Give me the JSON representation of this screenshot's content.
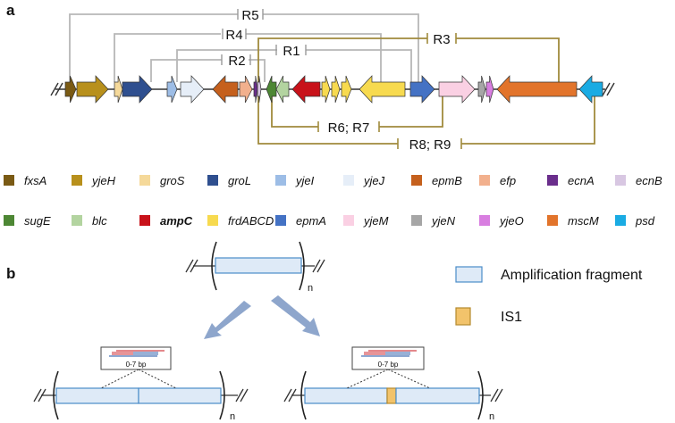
{
  "panels": {
    "a": "a",
    "b": "b"
  },
  "genes": [
    {
      "name": "fxsA",
      "color": "#7a5a14",
      "bold": false
    },
    {
      "name": "yjeH",
      "color": "#b8901c",
      "bold": false
    },
    {
      "name": "groS",
      "color": "#f5d99a",
      "bold": false
    },
    {
      "name": "groL",
      "color": "#2f4f8f",
      "bold": false
    },
    {
      "name": "yjeI",
      "color": "#9dbde6",
      "bold": false
    },
    {
      "name": "yjeJ",
      "color": "#e6eef8",
      "bold": false
    },
    {
      "name": "epmB",
      "color": "#c5601d",
      "bold": false
    },
    {
      "name": "efp",
      "color": "#f2b08d",
      "bold": false
    },
    {
      "name": "ecnA",
      "color": "#6a2e8c",
      "bold": false
    },
    {
      "name": "ecnB",
      "color": "#d8c7e2",
      "bold": false
    },
    {
      "name": "sugE",
      "color": "#4d8734",
      "bold": false
    },
    {
      "name": "blc",
      "color": "#b3d4a0",
      "bold": false
    },
    {
      "name": "ampC",
      "color": "#c8121a",
      "bold": true
    },
    {
      "name": "frdABCD",
      "color": "#f7da4f",
      "bold": false
    },
    {
      "name": "epmA",
      "color": "#4472c4",
      "bold": false
    },
    {
      "name": "yjeM",
      "color": "#fad0e3",
      "bold": false
    },
    {
      "name": "yjeN",
      "color": "#a6a6a6",
      "bold": false
    },
    {
      "name": "yjeO",
      "color": "#d87ee0",
      "bold": false
    },
    {
      "name": "mscM",
      "color": "#e2742b",
      "bold": false
    },
    {
      "name": "psd",
      "color": "#1aabe3",
      "bold": false
    }
  ],
  "regions": {
    "r5": "R5",
    "r4": "R4",
    "r3": "R3",
    "r1": "R1",
    "r2": "R2",
    "r6r7": "R6; R7",
    "r8r9": "R8; R9"
  },
  "colors": {
    "grey_bracket": "#b7b7b7",
    "olive_bracket": "#a08a3c",
    "fragment_fill": "#deeaf7",
    "fragment_stroke": "#4a8cc9",
    "is1_fill": "#f2c36b",
    "is1_stroke": "#b58a2e",
    "arrow": "#8ea6cc"
  },
  "panel_b": {
    "repeat": "n",
    "legend_fragment": "Amplification fragment",
    "legend_is1": "IS1",
    "junction_left": "0-7 bp",
    "junction_right": "0-7 bp"
  }
}
